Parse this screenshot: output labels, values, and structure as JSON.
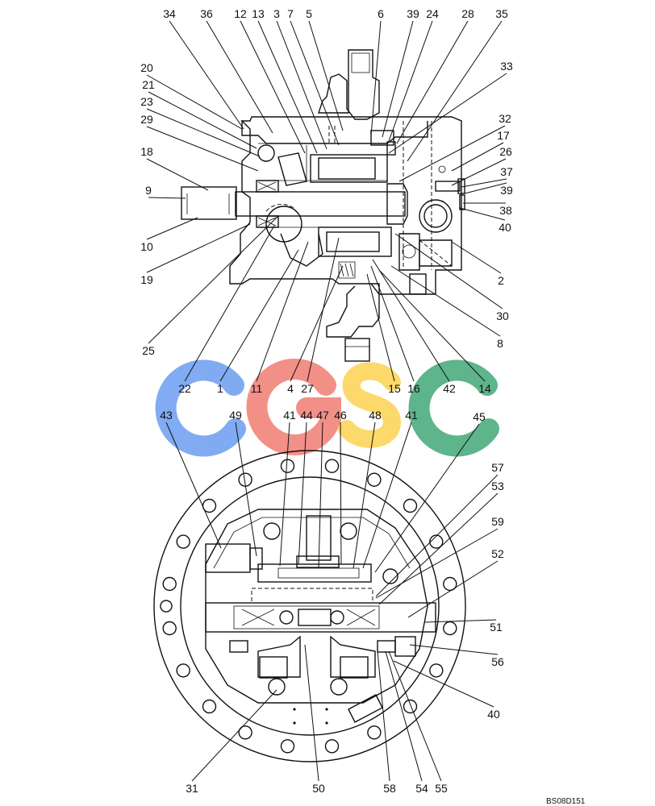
{
  "top_callouts": [
    "34",
    "36",
    "12",
    "13",
    "3",
    "7",
    "5",
    "6",
    "39",
    "24",
    "28",
    "35",
    "33",
    "32",
    "17",
    "26",
    "37",
    "39",
    "38",
    "40",
    "20",
    "21",
    "23",
    "29",
    "18",
    "9",
    "10",
    "19",
    "2",
    "30",
    "8",
    "25",
    "22",
    "1",
    "11",
    "4",
    "27",
    "15",
    "16",
    "42",
    "14"
  ],
  "bottom_callouts": [
    "43",
    "49",
    "41",
    "44",
    "47",
    "46",
    "48",
    "41",
    "45",
    "57",
    "53",
    "59",
    "52",
    "51",
    "56",
    "40",
    "31",
    "50",
    "58",
    "54",
    "55"
  ],
  "watermark": {
    "text": "CGSC",
    "colors": [
      "#7aa7f2",
      "#f28b82",
      "#fdd663",
      "#56b085"
    ]
  },
  "figure_code": "BS08D151"
}
